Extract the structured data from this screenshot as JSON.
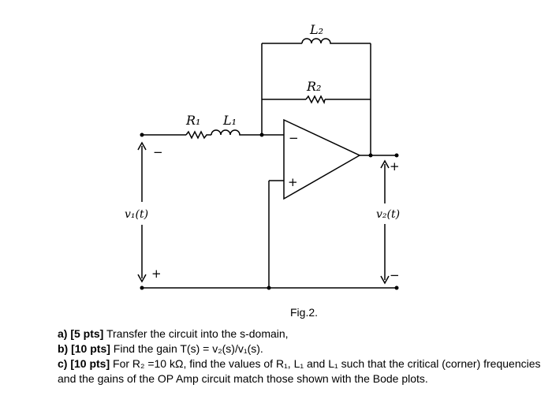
{
  "components": {
    "R1": "R₁",
    "L1": "L₁",
    "R2": "R₂",
    "L2": "L₂",
    "opamp_minus": "−",
    "opamp_plus": "+"
  },
  "ports": {
    "v1": "v₁(t)",
    "v2": "v₂(t)",
    "v1_top_sign": "−",
    "v1_bottom_sign": "+",
    "v2_top_sign": "+",
    "v2_bottom_sign": "−"
  },
  "caption": "Fig.2.",
  "questions": [
    {
      "prefix": "a) [5 pts]",
      "text": " Transfer the circuit into the s-domain,"
    },
    {
      "prefix": "b) [10 pts]",
      "text": " Find the gain T(s) = v₂(s)/v₁(s)."
    },
    {
      "prefix": "c) [10 pts]",
      "text": " For R₂ =10 kΩ, find the values of R₁, L₁ and L₁ such that the critical (corner) frequencies and the gains of the OP Amp circuit match those shown with the Bode plots."
    }
  ]
}
